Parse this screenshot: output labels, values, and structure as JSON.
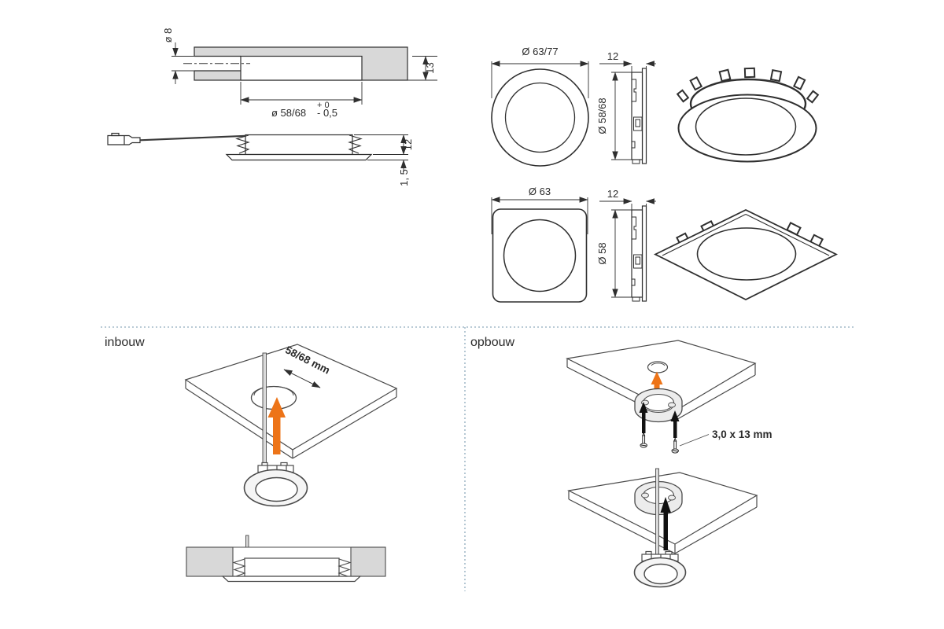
{
  "colors": {
    "accent_orange": "#ed7418",
    "label_blue": "#2e6e90",
    "panel_gray": "#d8d8d8",
    "line": "#2f2f2f",
    "divider_dotted": "#a4bac9"
  },
  "drawings": {
    "cross_section": {
      "dia_cable": "ø 8",
      "thickness": "13",
      "bore": "ø 58/68",
      "tol_plus": "+ 0",
      "tol_minus": "- 0,5"
    },
    "side_profile": {
      "height": "12",
      "flange": "1, 5"
    },
    "round": {
      "front_diameter": "Ø 63/77",
      "depth": "12",
      "body_diameter": "Ø 58/68"
    },
    "square": {
      "front_diameter": "Ø 63",
      "depth": "12",
      "body_diameter": "Ø 58"
    }
  },
  "sections": {
    "inbouw": {
      "label": "inbouw",
      "cutout": "58/68 mm"
    },
    "opbouw": {
      "label": "opbouw",
      "screws": "3,0 x 13 mm"
    }
  }
}
